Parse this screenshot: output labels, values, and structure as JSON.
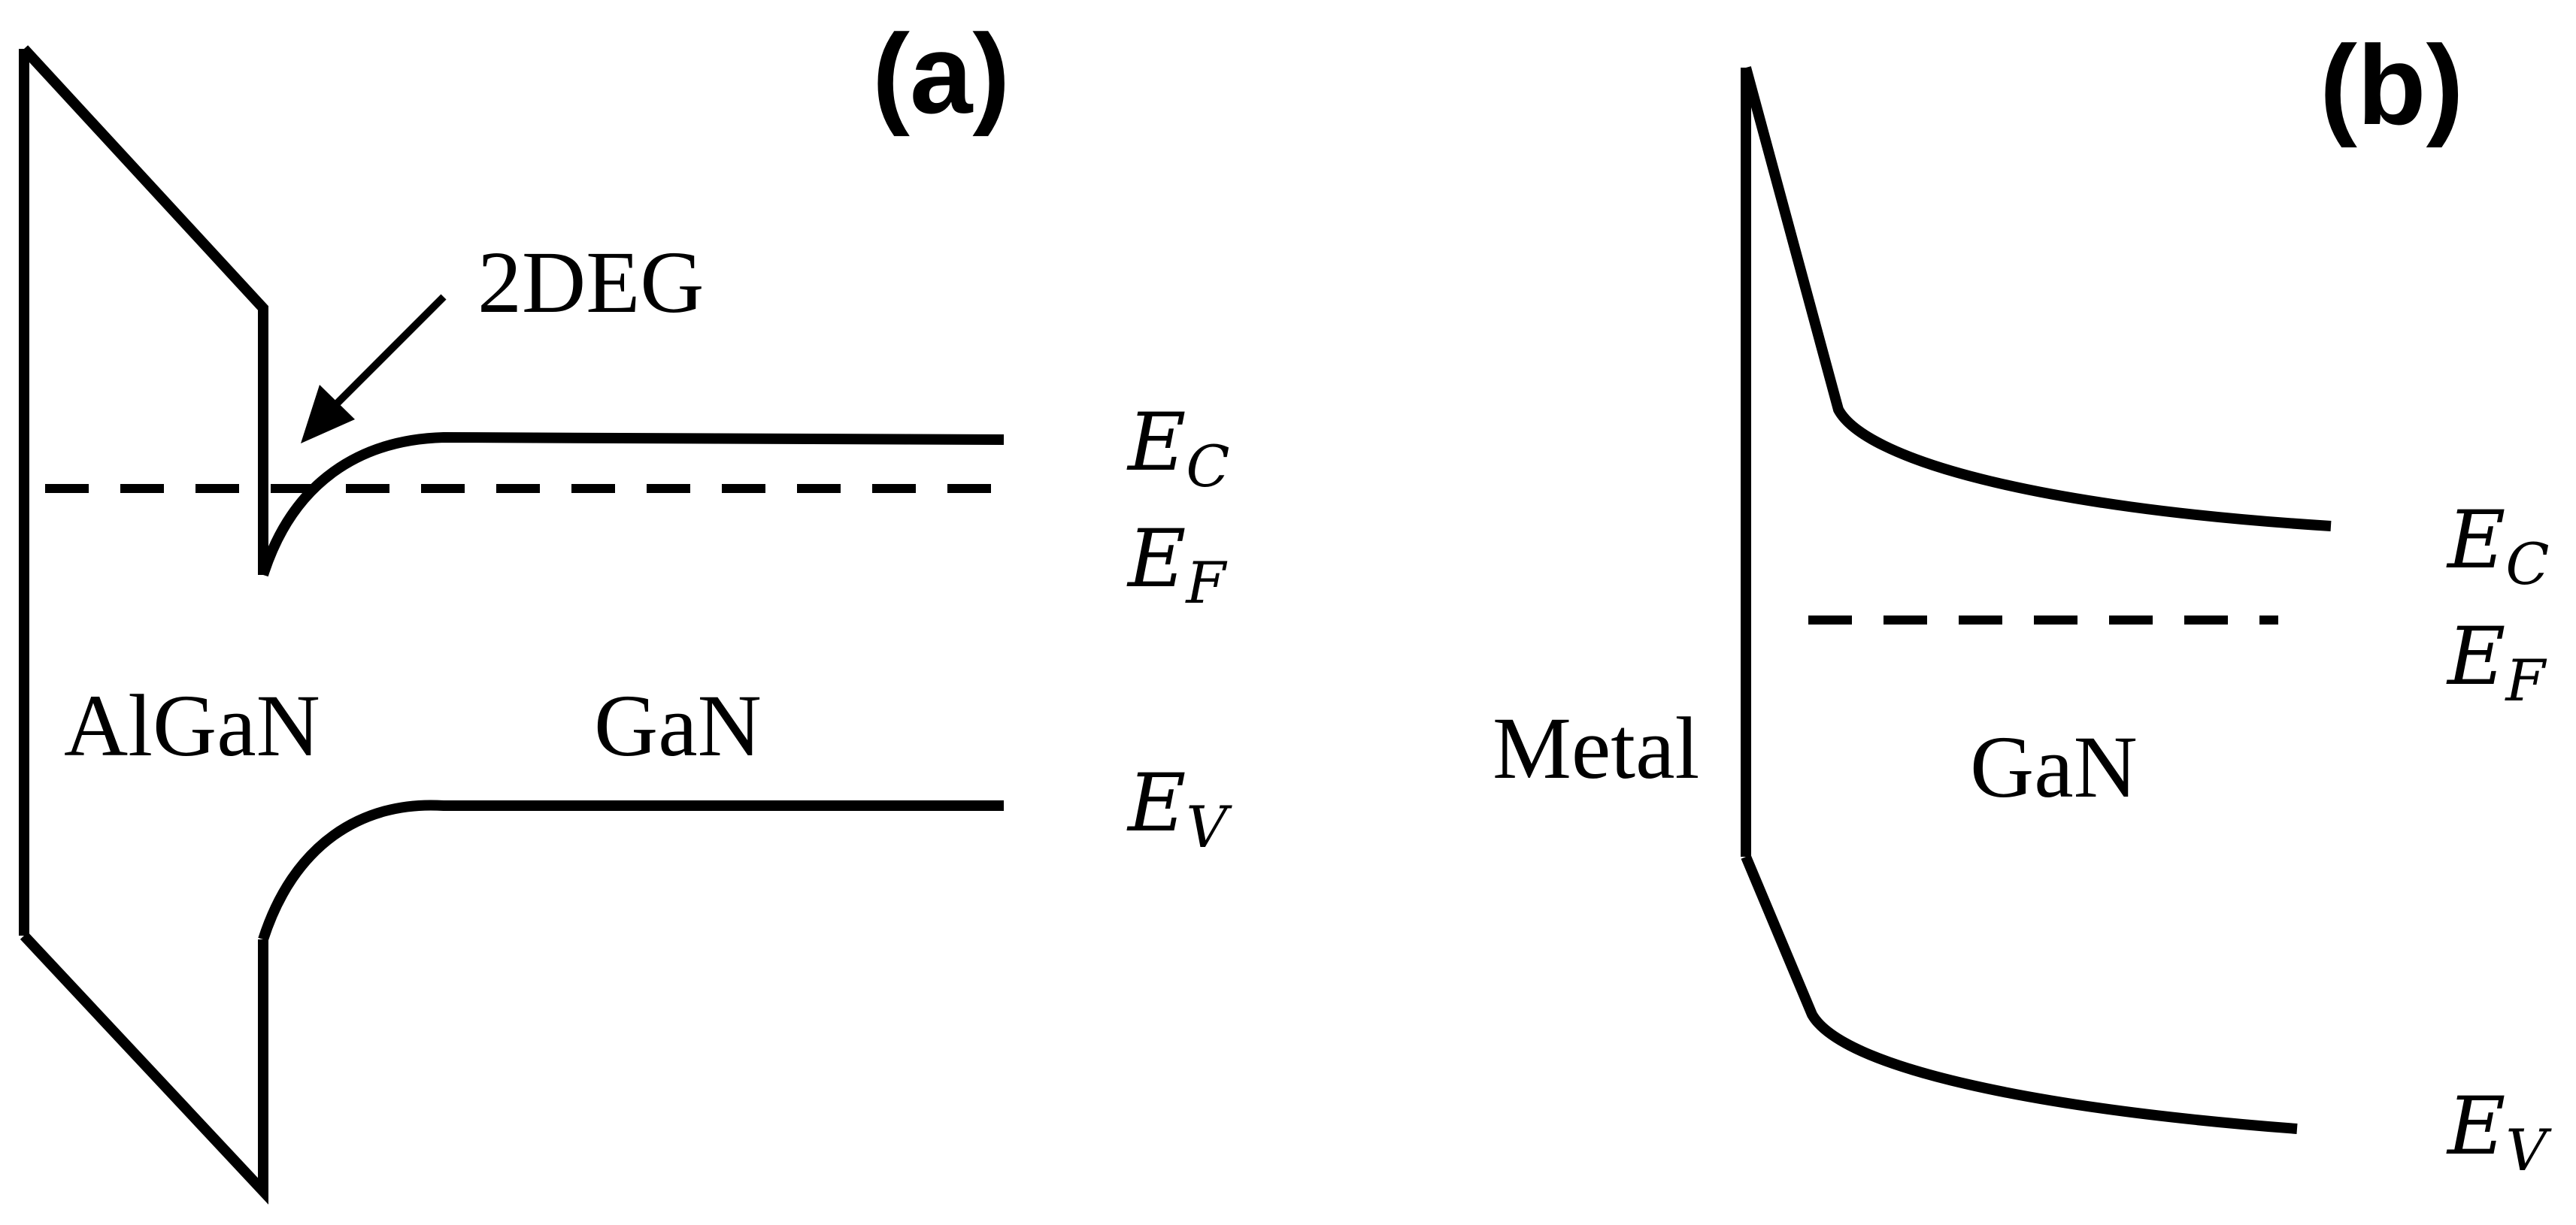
{
  "panel_a": {
    "label": "(a)",
    "annotation_2deg": "2DEG",
    "region_left": "AlGaN",
    "region_right": "GaN",
    "ec": {
      "sym": "E",
      "sub": "C"
    },
    "ef": {
      "sym": "E",
      "sub": "F"
    },
    "ev": {
      "sym": "E",
      "sub": "V"
    }
  },
  "panel_b": {
    "label": "(b)",
    "region_left": "Metal",
    "region_right": "GaN",
    "ec": {
      "sym": "E",
      "sub": "C"
    },
    "ef": {
      "sym": "E",
      "sub": "F"
    },
    "ev": {
      "sym": "E",
      "sub": "V"
    }
  }
}
